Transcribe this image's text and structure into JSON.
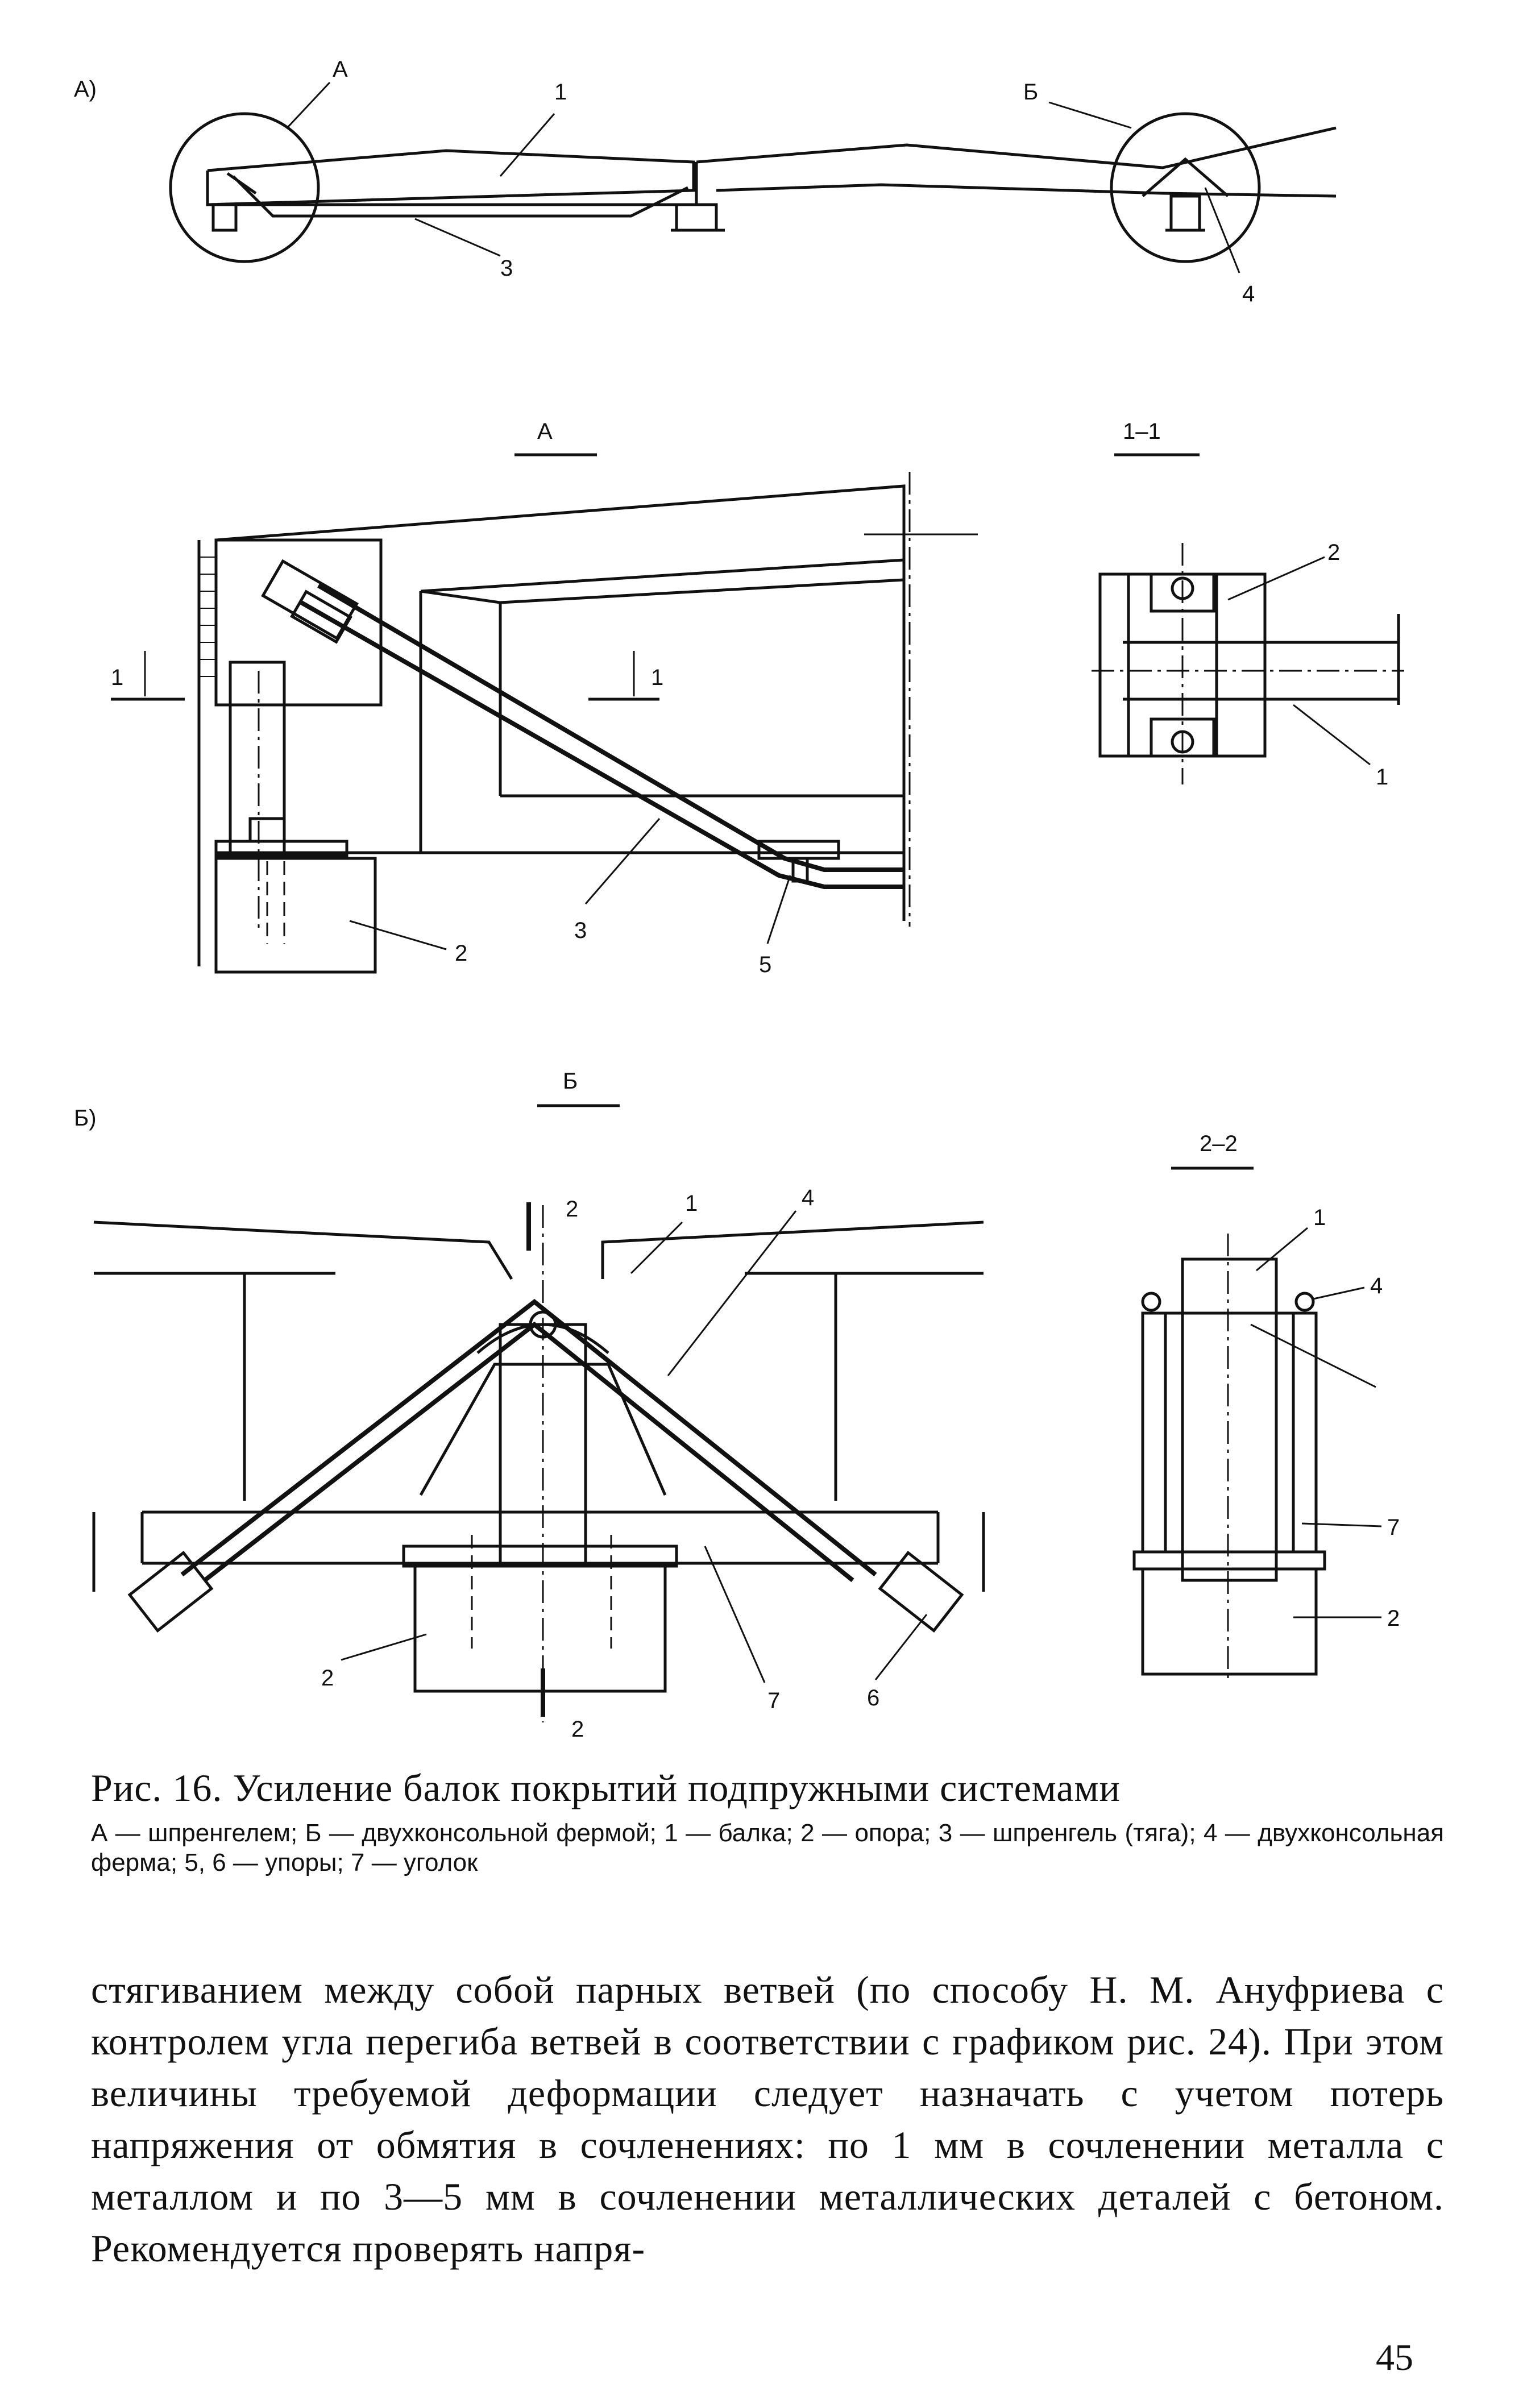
{
  "figure": {
    "panel_a_label": "А)",
    "panel_b_label": "Б)",
    "callout_a": "А",
    "callout_b": "Б",
    "view_a_title": "А",
    "view_b_title": "Б",
    "section_11_title": "1–1",
    "section_22_title": "2–2",
    "section_mark_1": "1",
    "section_mark_2": "2",
    "numbers": {
      "n1": "1",
      "n2": "2",
      "n3": "3",
      "n4": "4",
      "n5": "5",
      "n6": "6",
      "n7": "7"
    }
  },
  "caption": {
    "title": "Рис. 16. Усиление балок покрытий подпружными системами",
    "legend": "А — шпренгелем; Б — двухконсольной фермой; 1 — балка; 2 — опора; 3 — шпренгель (тяга); 4 — двухконсольная ферма; 5, 6 — упоры; 7 — уголок"
  },
  "body_text": "стягиванием между собой парных ветвей (по способу Н. М. Ануфриева с контролем угла перегиба ветвей в соответствии с графиком рис. 24). При этом величины требуемой деформации следует назначать с учетом потерь напряжения от обмятия в сочленениях: по 1 мм в сочленении металла с металлом и по 3—5 мм в сочленении металлических деталей с бетоном. Рекомендуется проверять напря-",
  "page_number": "45"
}
